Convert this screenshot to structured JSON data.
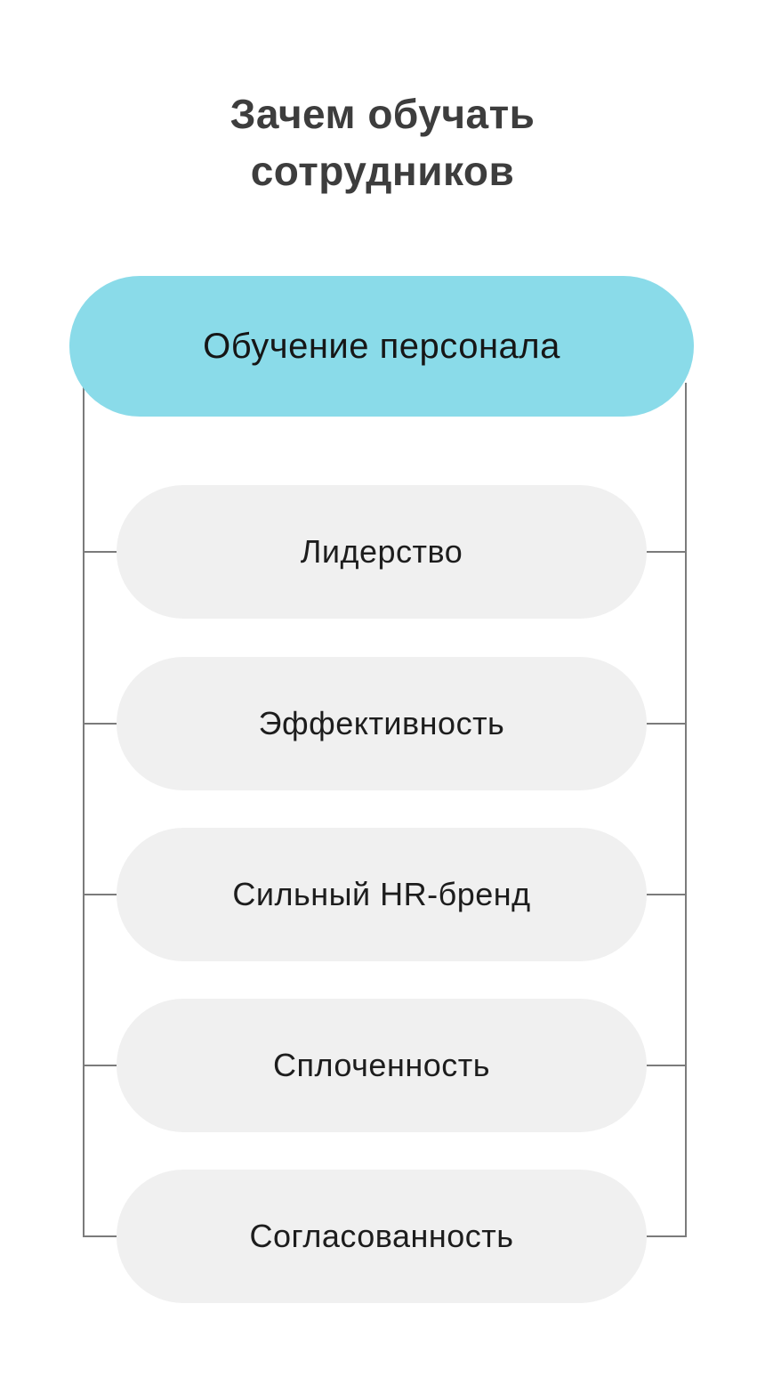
{
  "title": {
    "text": "Зачем обучать сотрудников"
  },
  "root": {
    "label": "Обучение персонала"
  },
  "items": [
    {
      "label": "Лидерство"
    },
    {
      "label": "Эффективность"
    },
    {
      "label": "Сильный HR-бренд"
    },
    {
      "label": "Сплоченность"
    },
    {
      "label": "Согласованность"
    }
  ],
  "colors": {
    "background": "#ffffff",
    "root_fill": "#8adbe9",
    "item_fill": "#f0f0f0",
    "connector_line": "#7b7b7b",
    "title_text": "#3d3d3d",
    "node_text": "#1d1d1d"
  }
}
